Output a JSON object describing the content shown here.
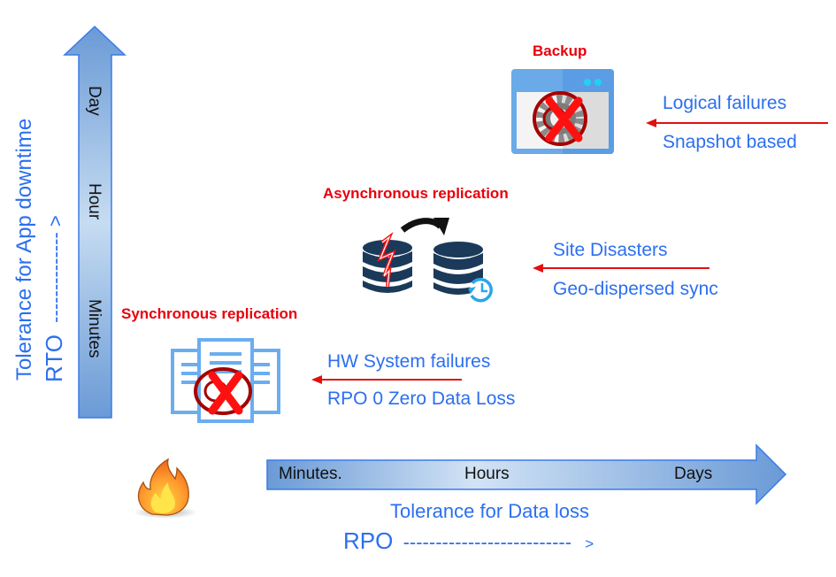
{
  "rto_axis": {
    "title": "Tolerance for App downtime",
    "label": "RTO",
    "dashes": "-------------- >",
    "ticks": [
      "Day",
      "Hour",
      "Minutes"
    ]
  },
  "rpo_axis": {
    "title": "Tolerance for Data loss",
    "label": "RPO",
    "dashes": "--------------------------",
    "arrow_tip": ">",
    "ticks": [
      "Minutes.",
      "Hours",
      "Days"
    ]
  },
  "solutions": [
    {
      "title": "Backup",
      "icon": "broken-app-window-icon",
      "failure": "Logical failures",
      "method": "Snapshot based"
    },
    {
      "title": "Asynchronous replication",
      "icon": "database-replication-icon",
      "failure": "Site Disasters",
      "method": "Geo-dispersed sync"
    },
    {
      "title": "Synchronous replication",
      "icon": "broken-documents-icon",
      "failure": "HW System failures",
      "method": "RPO 0 Zero Data Loss"
    }
  ],
  "decor": {
    "disaster_icon": "fire-icon"
  },
  "colors": {
    "text_blue": "#2b6ff0",
    "title_red": "#e8000b",
    "arrow_red": "#e01010",
    "db_navy": "#1b3a5a"
  }
}
